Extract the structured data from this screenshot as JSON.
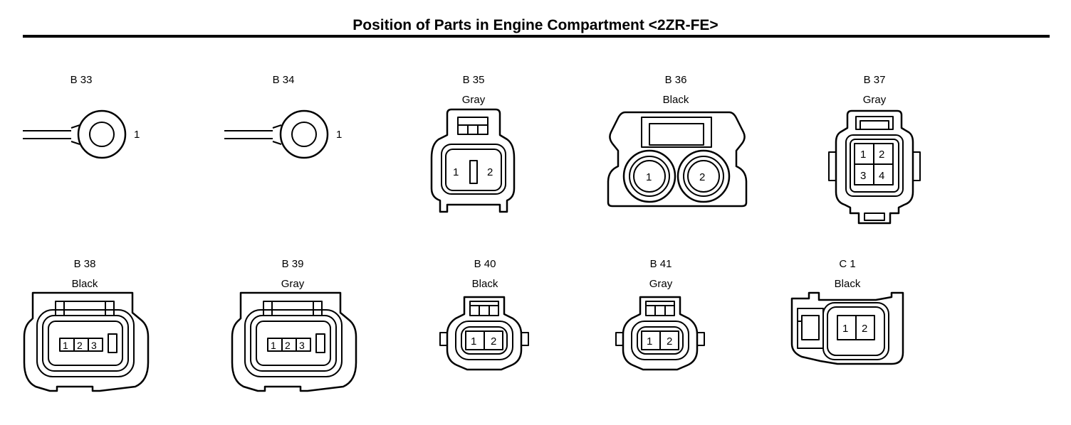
{
  "title": "Position of Parts in Engine Compartment <2ZR-FE>",
  "connectors": [
    {
      "code": "B 33",
      "color": "",
      "pins": [
        "1"
      ]
    },
    {
      "code": "B 34",
      "color": "",
      "pins": [
        "1"
      ]
    },
    {
      "code": "B 35",
      "color": "Gray",
      "pins": [
        "1",
        "2"
      ]
    },
    {
      "code": "B 36",
      "color": "Black",
      "pins": [
        "1",
        "2"
      ]
    },
    {
      "code": "B 37",
      "color": "Gray",
      "pins": [
        "1",
        "2",
        "3",
        "4"
      ]
    },
    {
      "code": "B 38",
      "color": "Black",
      "pins": [
        "1",
        "2",
        "3"
      ]
    },
    {
      "code": "B 39",
      "color": "Gray",
      "pins": [
        "1",
        "2",
        "3"
      ]
    },
    {
      "code": "B 40",
      "color": "Black",
      "pins": [
        "1",
        "2"
      ]
    },
    {
      "code": "B 41",
      "color": "Gray",
      "pins": [
        "1",
        "2"
      ]
    },
    {
      "code": "C 1",
      "color": "Black",
      "pins": [
        "1",
        "2"
      ]
    }
  ]
}
